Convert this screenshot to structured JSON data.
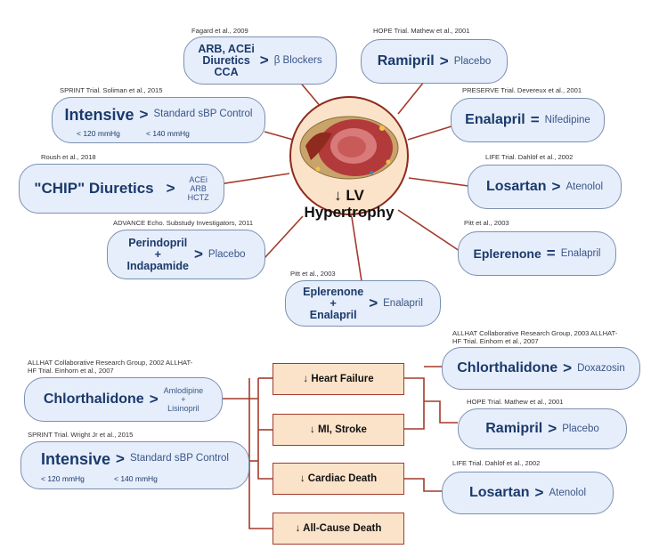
{
  "center": {
    "line1": "↓ LV",
    "line2": "Hypertrophy"
  },
  "top_studies": [
    {
      "cite": "Fagard et al., 2009",
      "drug": [
        "ARB, ACEi",
        "Diuretics",
        "CCA"
      ],
      "op": ">",
      "comparator": "β Blockers"
    },
    {
      "cite": "HOPE Trial. Mathew et al., 2001",
      "drug": "Ramipril",
      "op": ">",
      "comparator": "Placebo"
    },
    {
      "cite": "SPRINT Trial. Soliman et al., 2015",
      "drug": "Intensive",
      "op": ">",
      "comparator": "Standard sBP Control",
      "sub_left": "< 120 mmHg",
      "sub_right": "< 140 mmHg"
    },
    {
      "cite": "PRESERVE Trial. Devereux et al., 2001",
      "drug": "Enalapril",
      "op": "=",
      "comparator": "Nifedipine"
    },
    {
      "cite": "Roush et al., 2018",
      "drug": "\"CHIP\" Diuretics",
      "op": ">",
      "comparator": [
        "ACEi",
        "ARB",
        "HCTZ"
      ]
    },
    {
      "cite": "LIFE Trial. Dahlöf et al., 2002",
      "drug": "Losartan",
      "op": ">",
      "comparator": "Atenolol"
    },
    {
      "cite": "ADVANCE Echo. Substudy Investigators, 2011",
      "drug": [
        "Perindopril",
        "+",
        "Indapamide"
      ],
      "op": ">",
      "comparator": "Placebo"
    },
    {
      "cite": "Pitt et al., 2003",
      "drug": "Eplerenone",
      "op": "=",
      "comparator": "Enalapril"
    },
    {
      "cite": "Pitt et al., 2003",
      "drug": [
        "Eplerenone",
        "+",
        "Enalapril"
      ],
      "op": ">",
      "comparator": "Enalapril"
    }
  ],
  "outcomes": [
    "↓ Heart Failure",
    "↓ MI, Stroke",
    "↓ Cardiac Death",
    "↓ All-Cause Death"
  ],
  "bottom_studies": [
    {
      "cite": [
        "ALLHAT Collaborative Research Group, 2002 ALLHAT-",
        "HF Trial. Einhorn et al., 2007"
      ],
      "drug": "Chlorthalidone",
      "op": ">",
      "comparator": [
        "Amlodipine",
        "+",
        "Lisinopril"
      ]
    },
    {
      "cite": "SPRINT Trial. Wright Jr et al., 2015",
      "drug": "Intensive",
      "op": ">",
      "comparator": "Standard sBP Control",
      "sub_left": "< 120 mmHg",
      "sub_right": "< 140 mmHg"
    },
    {
      "cite": [
        "ALLHAT Collaborative Research Group, 2003 ALLHAT-",
        "HF Trial. Einhorn et al., 2007"
      ],
      "drug": "Chlorthalidone",
      "op": ">",
      "comparator": "Doxazosin"
    },
    {
      "cite": "HOPE Trial. Mathew et al., 2001",
      "drug": "Ramipril",
      "op": ">",
      "comparator": "Placebo"
    },
    {
      "cite": "LIFE Trial. Dahlöf et al., 2002",
      "drug": "Losartan",
      "op": ">",
      "comparator": "Atenolol"
    }
  ],
  "colors": {
    "pill_fill": "#e6eefb",
    "pill_border": "#7c8fb0",
    "connector": "#a33a2b",
    "outcome_fill": "#fbe3c9"
  }
}
